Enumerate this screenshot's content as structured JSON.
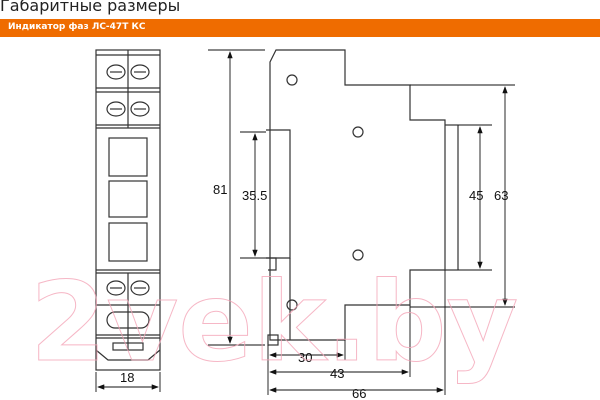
{
  "header": {
    "title": "Габаритные размеры"
  },
  "section": {
    "label": "Индикатор фаз ЛС-47Т КС"
  },
  "drawing": {
    "dimensions": {
      "width_front": "18",
      "height_total": "81",
      "rail_height": "35.5",
      "front_height": "45",
      "step_height": "63",
      "depth_30": "30",
      "depth_43": "43",
      "depth_66": "66"
    },
    "watermark": "2vek.by"
  },
  "colors": {
    "accent": "#ef6c00",
    "watermark": "#f4a6b8"
  }
}
